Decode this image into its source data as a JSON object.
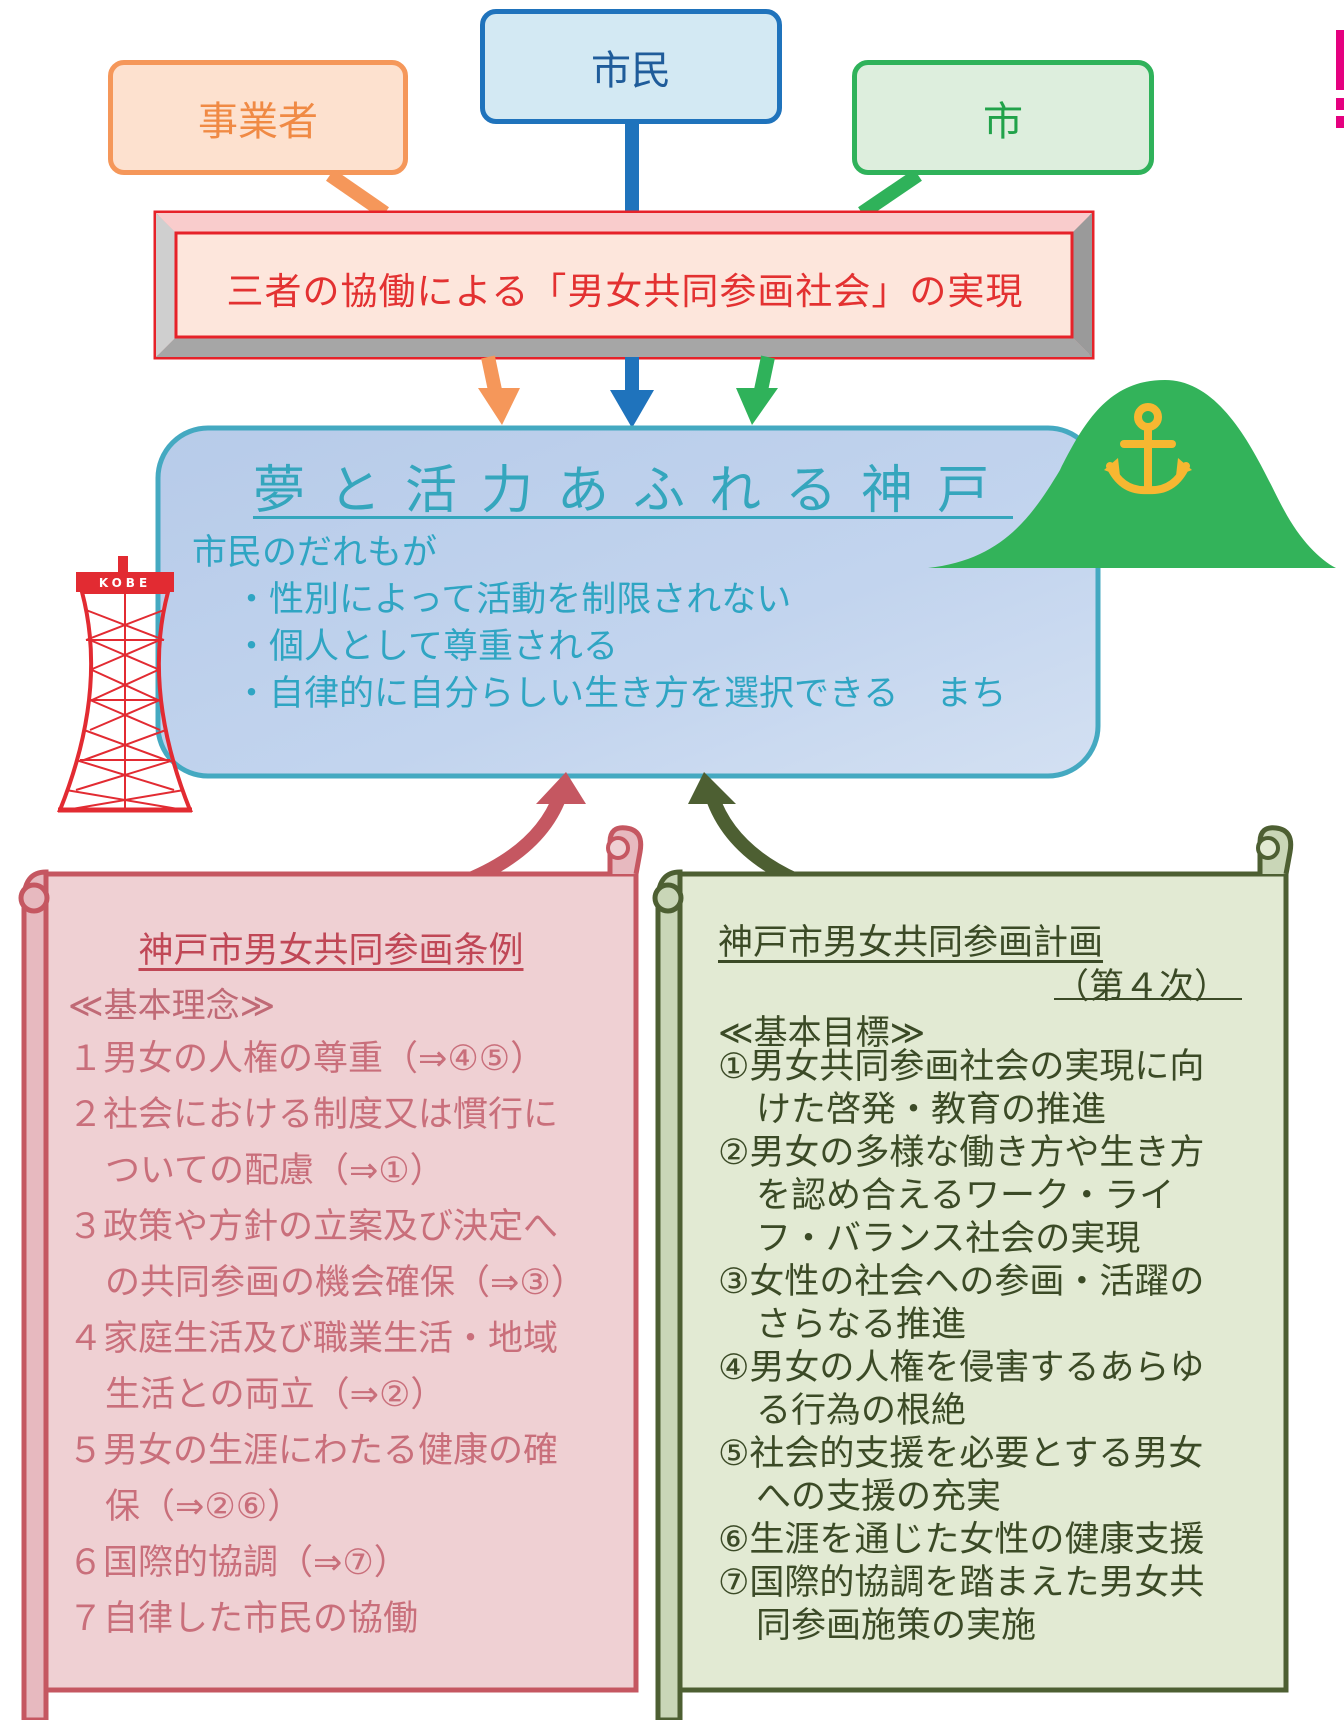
{
  "actors": {
    "business": "事業者",
    "citizens": "市民",
    "city": "市"
  },
  "banner": "三者の協働による「男女共同参画社会」の実現",
  "vision": {
    "title": "夢と活力あふれる神戸",
    "lead": "市民のだれもが",
    "bullets": [
      "性別によって活動を制限されない",
      "個人として尊重される",
      "自律的に自分らしい生き方を選択できる"
    ],
    "tail": "まち"
  },
  "tower_label": "KOBE",
  "ordinance": {
    "title": "神戸市男女共同参画条例",
    "subtitle": "≪基本理念≫",
    "items": [
      [
        "１男女の人権の尊重（⇒④⑤）"
      ],
      [
        "２社会における制度又は慣行に",
        "ついての配慮（⇒①）"
      ],
      [
        "３政策や方針の立案及び決定へ",
        "の共同参画の機会確保（⇒③）"
      ],
      [
        "４家庭生活及び職業生活・地域",
        "生活との両立（⇒②）"
      ],
      [
        "５男女の生涯にわたる健康の確",
        "保（⇒②⑥）"
      ],
      [
        "６国際的協調（⇒⑦）"
      ],
      [
        "７自律した市民の協働"
      ]
    ]
  },
  "plan": {
    "title": "神戸市男女共同参画計画",
    "title_suffix": "（第４次）",
    "subtitle": "≪基本目標≫",
    "items": [
      [
        "①男女共同参画社会の実現に向",
        "けた啓発・教育の推進"
      ],
      [
        "②男女の多様な働き方や生き方",
        "を認め合えるワーク・ライ",
        "フ・バランス社会の実現"
      ],
      [
        "③女性の社会への参画・活躍の",
        "さらなる推進"
      ],
      [
        "④男女の人権を侵害するあらゆ",
        "る行為の根絶"
      ],
      [
        "⑤社会的支援を必要とする男女",
        "への支援の充実"
      ],
      [
        "⑥生涯を通じた女性の健康支援"
      ],
      [
        "⑦国際的協調を踏まえた男女共",
        "同参画施策の実施"
      ]
    ]
  },
  "colors": {
    "business": "#f5975a",
    "citizens": "#1f73bc",
    "city": "#2fb25a",
    "banner": "#e33131",
    "vision": "#35a6bd",
    "ordinance": "#c04756",
    "plan": "#4a5a2e",
    "mountain": "#33b35a",
    "anchor": "#f7b731",
    "tower": "#e22b32"
  },
  "icons": [
    "port-tower-icon",
    "mountain-anchor-icon",
    "scroll-icon",
    "arrow-icon"
  ]
}
